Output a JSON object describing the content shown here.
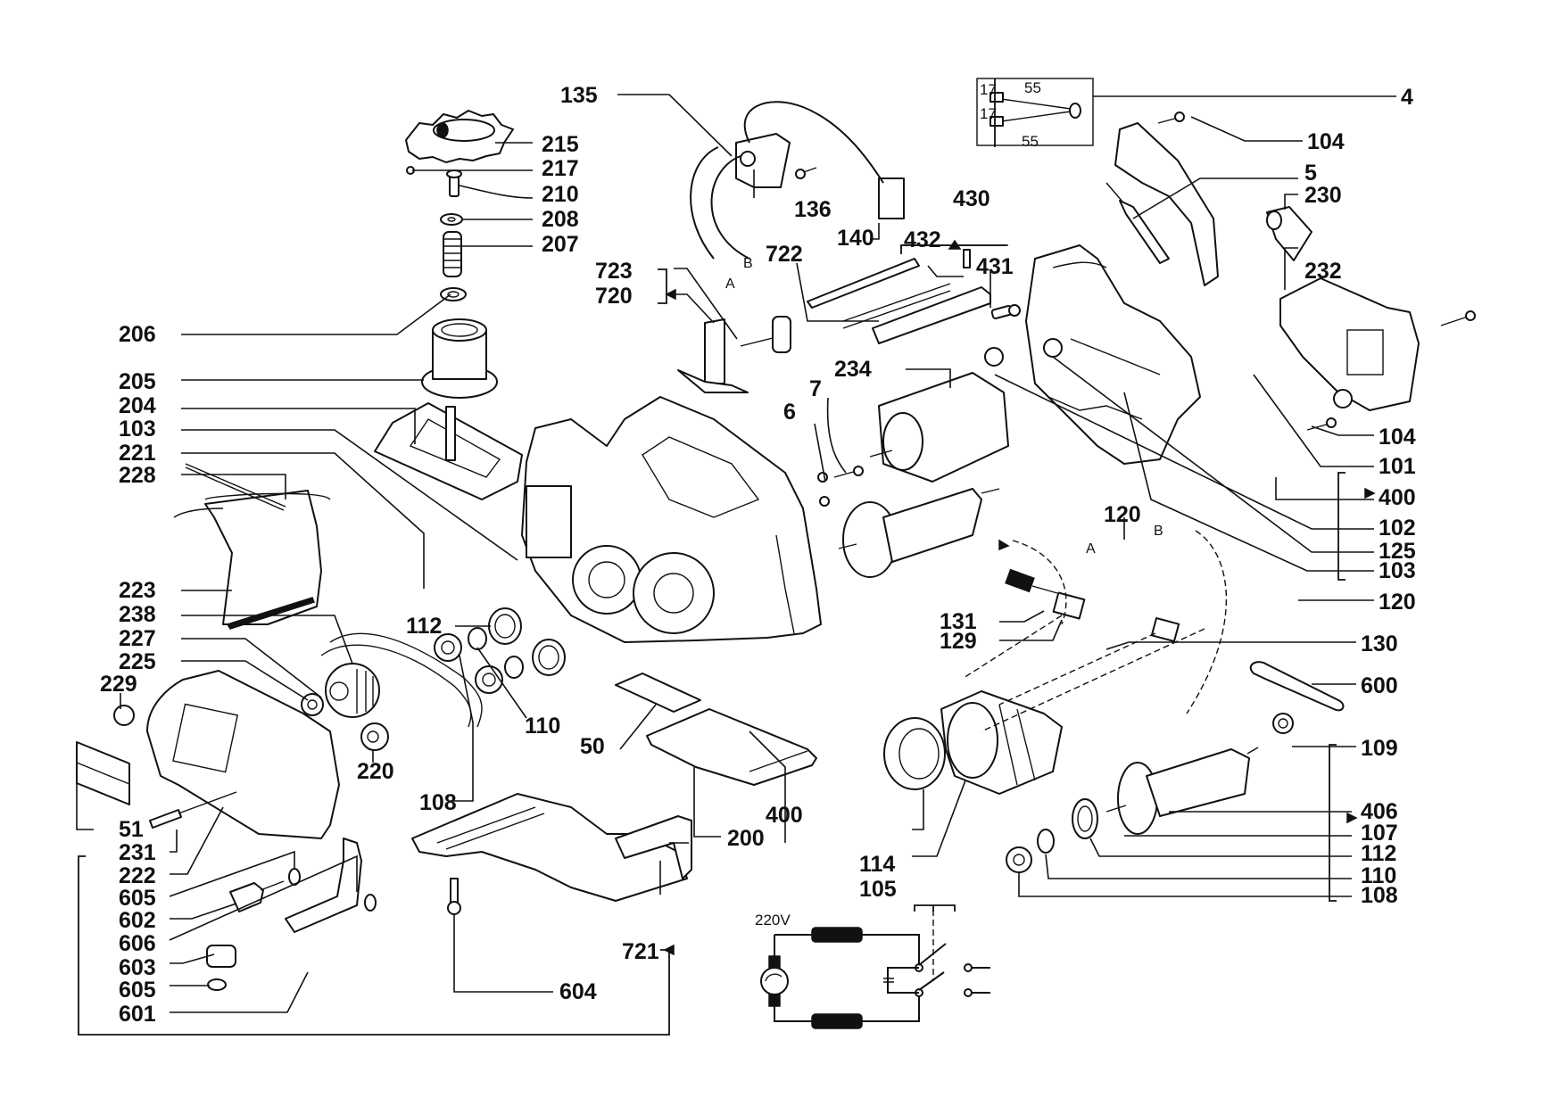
{
  "diagram": {
    "type": "exploded-parts-view",
    "subject": "electric planer",
    "part_labels": [
      {
        "id": "135",
        "text": "135"
      },
      {
        "id": "136",
        "text": "136"
      },
      {
        "id": "140",
        "text": "140"
      },
      {
        "id": "215",
        "text": "215"
      },
      {
        "id": "217",
        "text": "217"
      },
      {
        "id": "210",
        "text": "210"
      },
      {
        "id": "208",
        "text": "208"
      },
      {
        "id": "207",
        "text": "207"
      },
      {
        "id": "206",
        "text": "206"
      },
      {
        "id": "205",
        "text": "205"
      },
      {
        "id": "204",
        "text": "204"
      },
      {
        "id": "103a",
        "text": "103"
      },
      {
        "id": "221",
        "text": "221"
      },
      {
        "id": "228",
        "text": "228"
      },
      {
        "id": "223",
        "text": "223"
      },
      {
        "id": "238",
        "text": "238"
      },
      {
        "id": "227",
        "text": "227"
      },
      {
        "id": "225",
        "text": "225"
      },
      {
        "id": "229",
        "text": "229"
      },
      {
        "id": "220",
        "text": "220"
      },
      {
        "id": "112a",
        "text": "112"
      },
      {
        "id": "110a",
        "text": "110"
      },
      {
        "id": "108a",
        "text": "108"
      },
      {
        "id": "50",
        "text": "50"
      },
      {
        "id": "51",
        "text": "51"
      },
      {
        "id": "231",
        "text": "231"
      },
      {
        "id": "222",
        "text": "222"
      },
      {
        "id": "605a",
        "text": "605"
      },
      {
        "id": "602",
        "text": "602"
      },
      {
        "id": "606",
        "text": "606"
      },
      {
        "id": "603",
        "text": "603"
      },
      {
        "id": "605b",
        "text": "605"
      },
      {
        "id": "601",
        "text": "601"
      },
      {
        "id": "604",
        "text": "604"
      },
      {
        "id": "721",
        "text": "721"
      },
      {
        "id": "200",
        "text": "200"
      },
      {
        "id": "400a",
        "text": "400"
      },
      {
        "id": "723",
        "text": "723"
      },
      {
        "id": "720",
        "text": "720"
      },
      {
        "id": "722",
        "text": "722"
      },
      {
        "id": "430",
        "text": "430"
      },
      {
        "id": "432",
        "text": "432"
      },
      {
        "id": "431",
        "text": "431"
      },
      {
        "id": "234",
        "text": "234"
      },
      {
        "id": "7",
        "text": "7"
      },
      {
        "id": "6",
        "text": "6"
      },
      {
        "id": "4",
        "text": "4"
      },
      {
        "id": "104a",
        "text": "104"
      },
      {
        "id": "5",
        "text": "5"
      },
      {
        "id": "230",
        "text": "230"
      },
      {
        "id": "232",
        "text": "232"
      },
      {
        "id": "104b",
        "text": "104"
      },
      {
        "id": "101",
        "text": "101"
      },
      {
        "id": "400b",
        "text": "400"
      },
      {
        "id": "102",
        "text": "102"
      },
      {
        "id": "125",
        "text": "125"
      },
      {
        "id": "103b",
        "text": "103"
      },
      {
        "id": "120a",
        "text": "120"
      },
      {
        "id": "120b",
        "text": "120"
      },
      {
        "id": "131",
        "text": "131"
      },
      {
        "id": "129",
        "text": "129"
      },
      {
        "id": "130",
        "text": "130"
      },
      {
        "id": "600",
        "text": "600"
      },
      {
        "id": "109",
        "text": "109"
      },
      {
        "id": "406",
        "text": "406"
      },
      {
        "id": "107",
        "text": "107"
      },
      {
        "id": "112b",
        "text": "112"
      },
      {
        "id": "110b",
        "text": "110"
      },
      {
        "id": "108b",
        "text": "108"
      },
      {
        "id": "114",
        "text": "114"
      },
      {
        "id": "105",
        "text": "105"
      }
    ],
    "connector_letters": {
      "a_top": "A",
      "b_top": "B",
      "a_mid": "A",
      "b_mid": "B"
    },
    "inset_dimensions": {
      "dim_17_top": "17",
      "dim_55_top": "55",
      "dim_17_bottom": "17",
      "dim_55_bottom": "55"
    },
    "wiring_schematic": {
      "voltage_label": "220V"
    }
  }
}
